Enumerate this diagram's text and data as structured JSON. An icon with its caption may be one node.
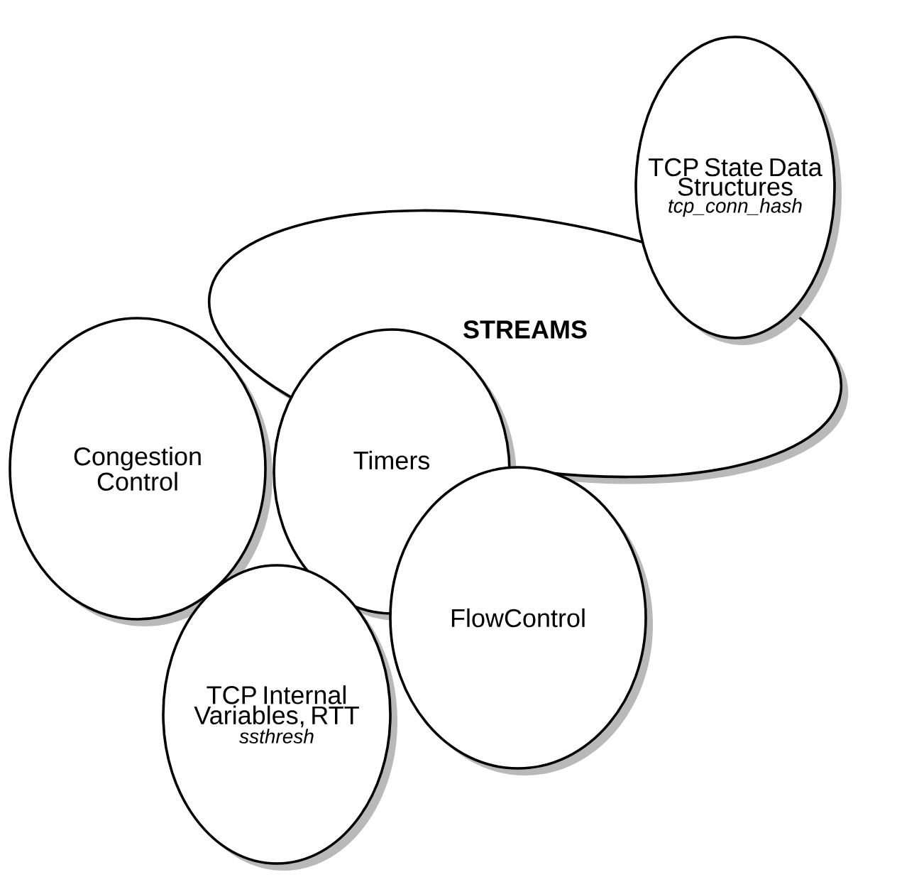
{
  "diagram": {
    "nodes": [
      {
        "text": [
          "STREAMS"
        ]
      },
      {
        "text": [
          "TCP State Data Structures",
          "tcp_conn_hash"
        ]
      },
      {
        "text": [
          "Congestion Control"
        ]
      },
      {
        "text": [
          "Timers"
        ]
      },
      {
        "text": [
          "TCP Internal Variables, RTT",
          "ssthresh"
        ]
      },
      {
        "text": [
          "FlowControl"
        ]
      }
    ]
  }
}
